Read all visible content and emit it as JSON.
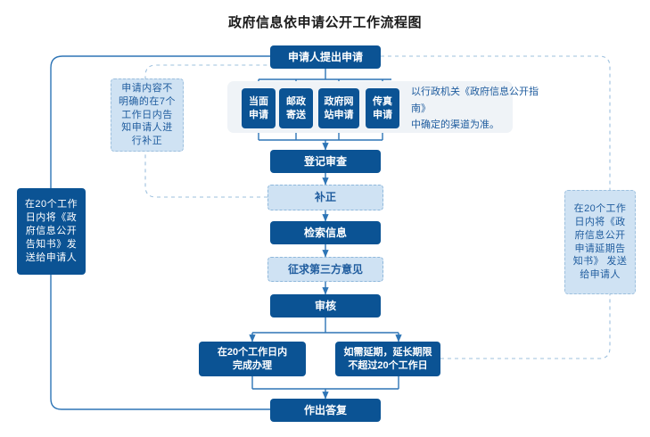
{
  "page": {
    "title": "政府信息依申请公开工作流程图",
    "background_color": "#ffffff"
  },
  "colors": {
    "primary_fill": "#0b5394",
    "primary_text": "#ffffff",
    "ghost_fill": "#cfe2f3",
    "ghost_text": "#1f5c9e",
    "ghost_border": "#8fb8db",
    "panel_fill": "#eff3f7",
    "connector_solid": "#2e75b6",
    "connector_dashed": "#9dc0de"
  },
  "flow": {
    "start": {
      "label": "申请人提出申请",
      "style": "solid"
    },
    "channels": [
      {
        "label": "当面\n申请",
        "style": "solid"
      },
      {
        "label": "邮政\n寄送",
        "style": "solid"
      },
      {
        "label": "政府网\n站申请",
        "style": "solid"
      },
      {
        "label": "传真\n申请",
        "style": "solid"
      }
    ],
    "channels_note": "以行政机关《政府信息公开指南》\n中确定的渠道为准。",
    "steps": [
      {
        "label": "登记审查",
        "style": "solid"
      },
      {
        "label": "补正",
        "style": "ghost"
      },
      {
        "label": "检索信息",
        "style": "solid"
      },
      {
        "label": "征求第三方意见",
        "style": "ghost"
      },
      {
        "label": "审核",
        "style": "solid"
      }
    ],
    "branches": [
      {
        "label": "在20个工作日内\n完成办理",
        "style": "solid"
      },
      {
        "label": "如需延期，延长期限\n不超过20个工作日",
        "style": "solid"
      }
    ],
    "end": {
      "label": "作出答复",
      "style": "solid"
    }
  },
  "notes": {
    "amend": {
      "label": "申请内容不\n明确的在7个\n工作日内告\n知申请人进\n行补正",
      "style": "ghost"
    },
    "left_notice": {
      "label": "在20个工作\n日内将《政\n府信息公开\n告知书》发\n送给申请人",
      "style": "solid"
    },
    "right_notice": {
      "label": "在20个工作\n日内将《政\n府信息公开\n申请延期告\n知书》 发送\n给申请人",
      "style": "ghost"
    }
  }
}
